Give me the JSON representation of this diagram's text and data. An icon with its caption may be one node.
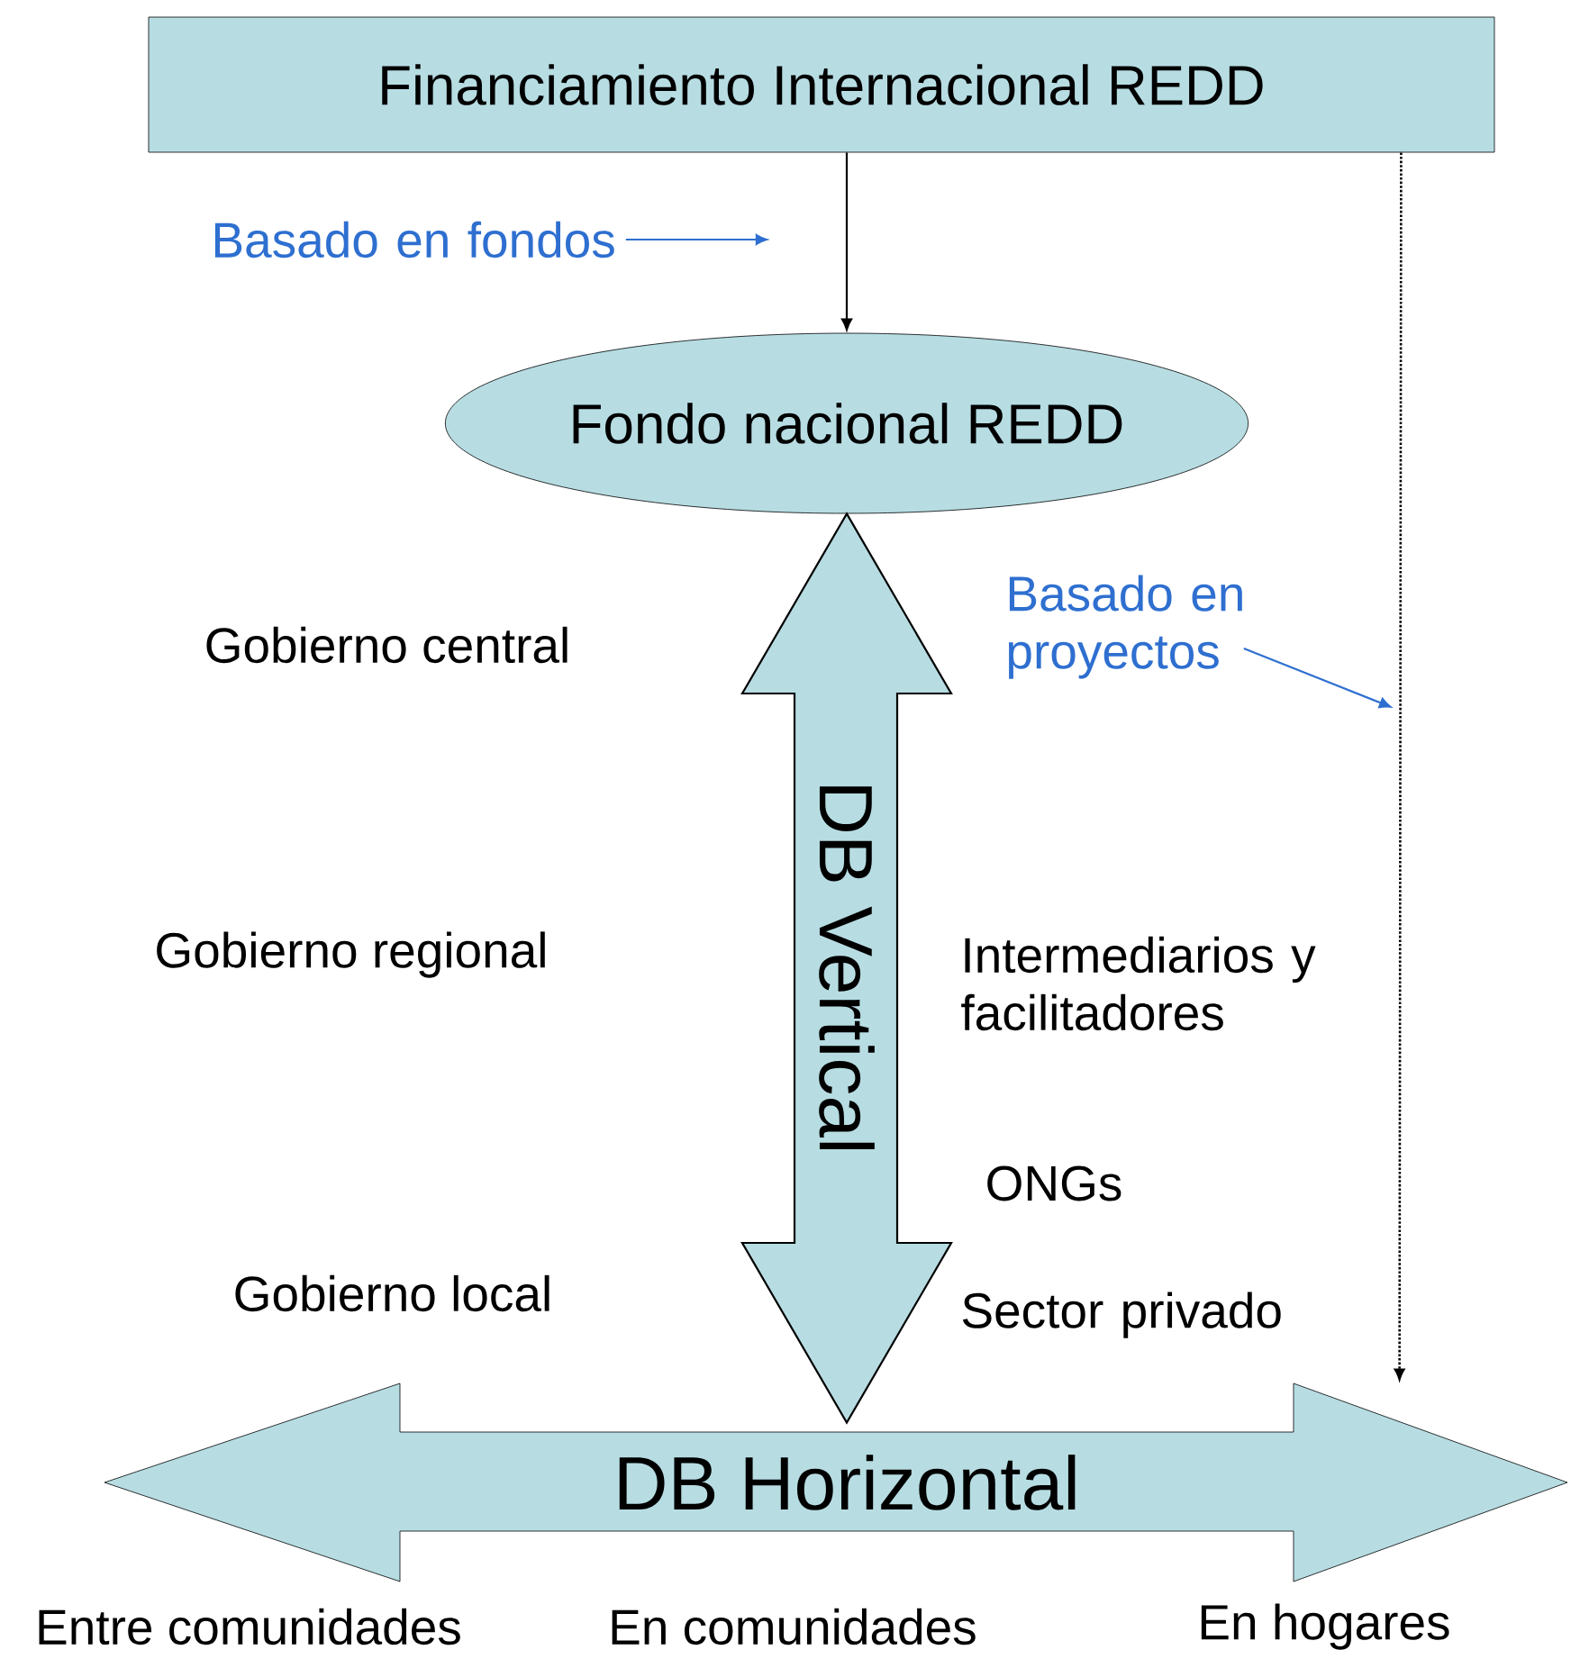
{
  "diagram": {
    "nodes": [
      {
        "text": [
          "Financiamiento Internacional REDD"
        ]
      },
      {
        "text": [
          "Fondo nacional REDD"
        ]
      },
      {
        "text": [
          "Basado en fondos"
        ]
      },
      {
        "text": [
          "Basado en proyectos"
        ]
      },
      {
        "text": [
          "DB Horizontal"
        ]
      }
    ],
    "edges": [
      {
        "from": 0,
        "to": 1,
        "arrow": "to"
      },
      {
        "from": 2,
        "to": null,
        "arrow": "to",
        "color": "#2e6fd0"
      },
      {
        "from": 3,
        "to": null,
        "arrow": "to",
        "color": "#2e6fd0"
      },
      {
        "from": 0,
        "to": 4,
        "arrow": "to",
        "style": "dashed"
      },
      {
        "from": 1,
        "to": 4,
        "arrow": "both",
        "label": "DB Vertical",
        "style": "thick"
      }
    ],
    "labels": [
      "Gobierno central",
      "Gobierno regional",
      "Intermediarios y facilitadores",
      "ONGs",
      "Gobierno local",
      "Sector privado",
      "Entre comunidades",
      "En comunidades",
      "En hogares"
    ]
  }
}
